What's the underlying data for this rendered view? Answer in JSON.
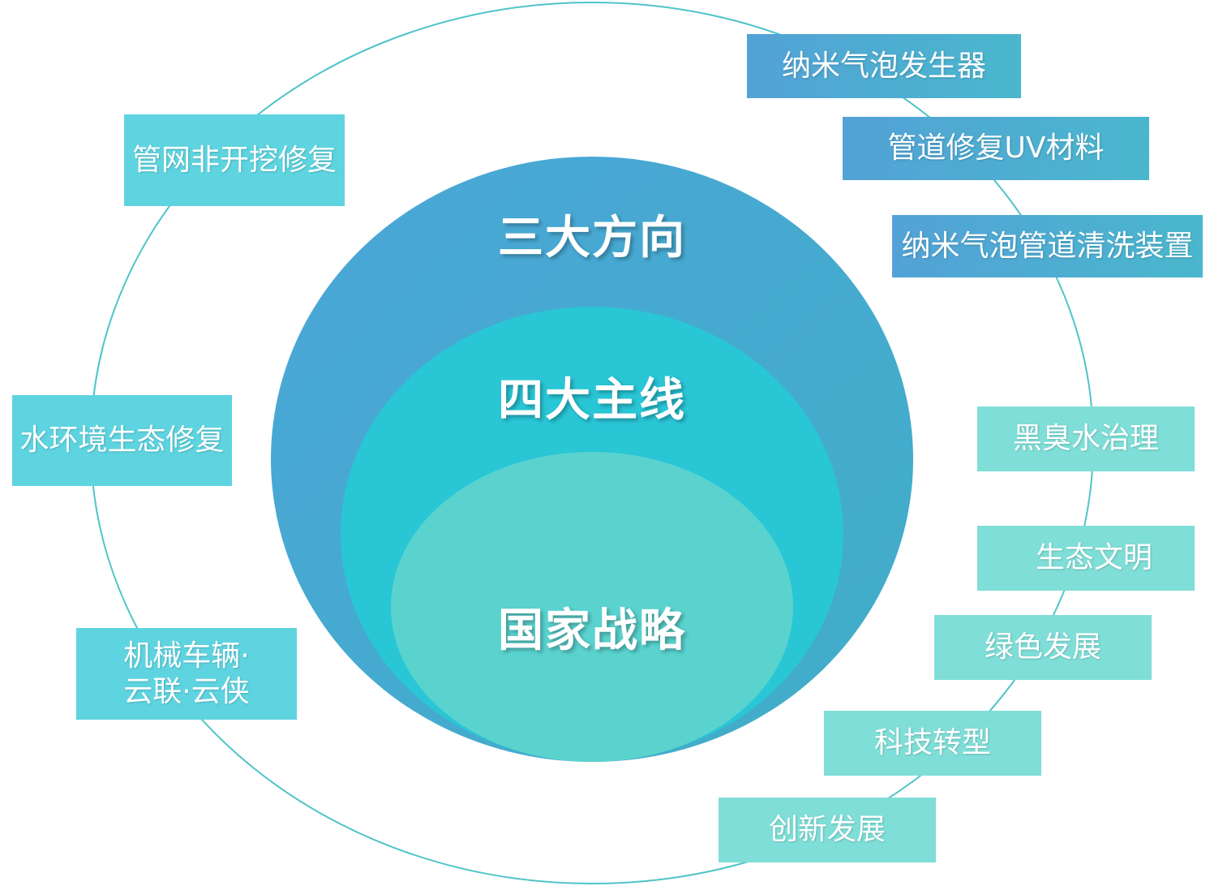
{
  "center": {
    "outer": "三大方向",
    "middle": "四大主线",
    "inner": "国家战略"
  },
  "boxes": {
    "nano_bubble_generator": "纳米气泡发生器",
    "pipe_uv_material": "管道修复UV材料",
    "nano_bubble_pipe_cleaner": "纳米气泡管道清洗装置",
    "trenchless_repair": "管网非开挖修复",
    "water_ecology_repair": "水环境生态修复",
    "vehicles_line1": "机械车辆·",
    "vehicles_line2": "云联·云侠",
    "black_odorous_water": "黑臭水治理",
    "eco_civilization": "生态文明",
    "green_development": "绿色发展",
    "tech_transformation": "科技转型",
    "innovation_development": "创新发展"
  },
  "colors": {
    "outer_ring_stroke": "#4fc4c8",
    "outer_ellipse": "#4aa8d2",
    "middle_ellipse": "#29c6d6",
    "inner_ellipse": "#5ad3cf",
    "blue_box": "#52a2d6",
    "cyan_box": "#5ed4e0",
    "mint_box": "#7fded7"
  }
}
